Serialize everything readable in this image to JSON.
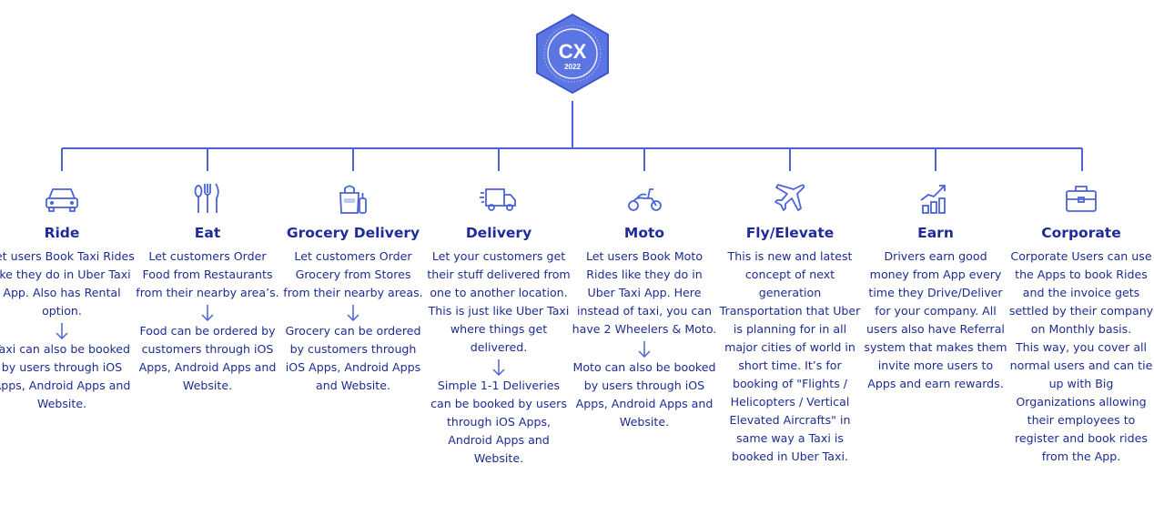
{
  "badge": {
    "title": "CX",
    "year": "2022"
  },
  "colors": {
    "line": "#4b63d8",
    "badge": "#5b75e3",
    "text": "#1d2c92"
  },
  "columns": [
    {
      "icon": "car-icon",
      "title": "Ride",
      "text": "Let users Book Taxi Rides like they do in Uber Taxi App. Also has Rental option.",
      "text2": "Taxi can also be booked by users through iOS Apps, Android Apps and Website."
    },
    {
      "icon": "cutlery-icon",
      "title": "Eat",
      "text": "Let customers Order Food from Restaurants from their nearby area’s.",
      "text2": "Food can be ordered by customers through iOS Apps, Android Apps and Website."
    },
    {
      "icon": "grocery-bag-icon",
      "title": "Grocery Delivery",
      "text": "Let customers Order Grocery from Stores from their nearby areas.",
      "text2": "Grocery can be ordered by customers through iOS Apps, Android Apps and Website."
    },
    {
      "icon": "delivery-truck-icon",
      "title": "Delivery",
      "text": "Let your customers get their stuff delivered from one to another location. This is just like Uber Taxi where things get delivered.",
      "text2": "Simple 1-1 Deliveries can be booked by users through iOS Apps, Android Apps and Website."
    },
    {
      "icon": "scooter-icon",
      "title": "Moto",
      "text": "Let users Book Moto Rides like they do in Uber Taxi App. Here instead of taxi, you can have 2 Wheelers & Moto.",
      "text2": "Moto can also be booked by users through iOS Apps, Android Apps and Website."
    },
    {
      "icon": "airplane-icon",
      "title": "Fly/Elevate",
      "text": "This is new and latest concept of next generation Transportation that Uber is planning for in all major cities of world in short time. It’s for booking of \"Flights / Helicopters / Vertical Elevated Aircrafts\" in same way a Taxi is booked in Uber Taxi.",
      "text2": ""
    },
    {
      "icon": "earnings-chart-icon",
      "title": "Earn",
      "text": "Drivers earn good money from App every time they Drive/Deliver for your company. All users also have Referral system that makes them invite more users to Apps and earn rewards.",
      "text2": ""
    },
    {
      "icon": "briefcase-icon",
      "title": "Corporate",
      "text": "Corporate Users can use the Apps to book Rides and the invoice gets settled by their company on Monthly basis.",
      "text2": "This way, you cover all normal users and can tie up with Big Organizations allowing their employees to register and book rides from the App."
    }
  ]
}
